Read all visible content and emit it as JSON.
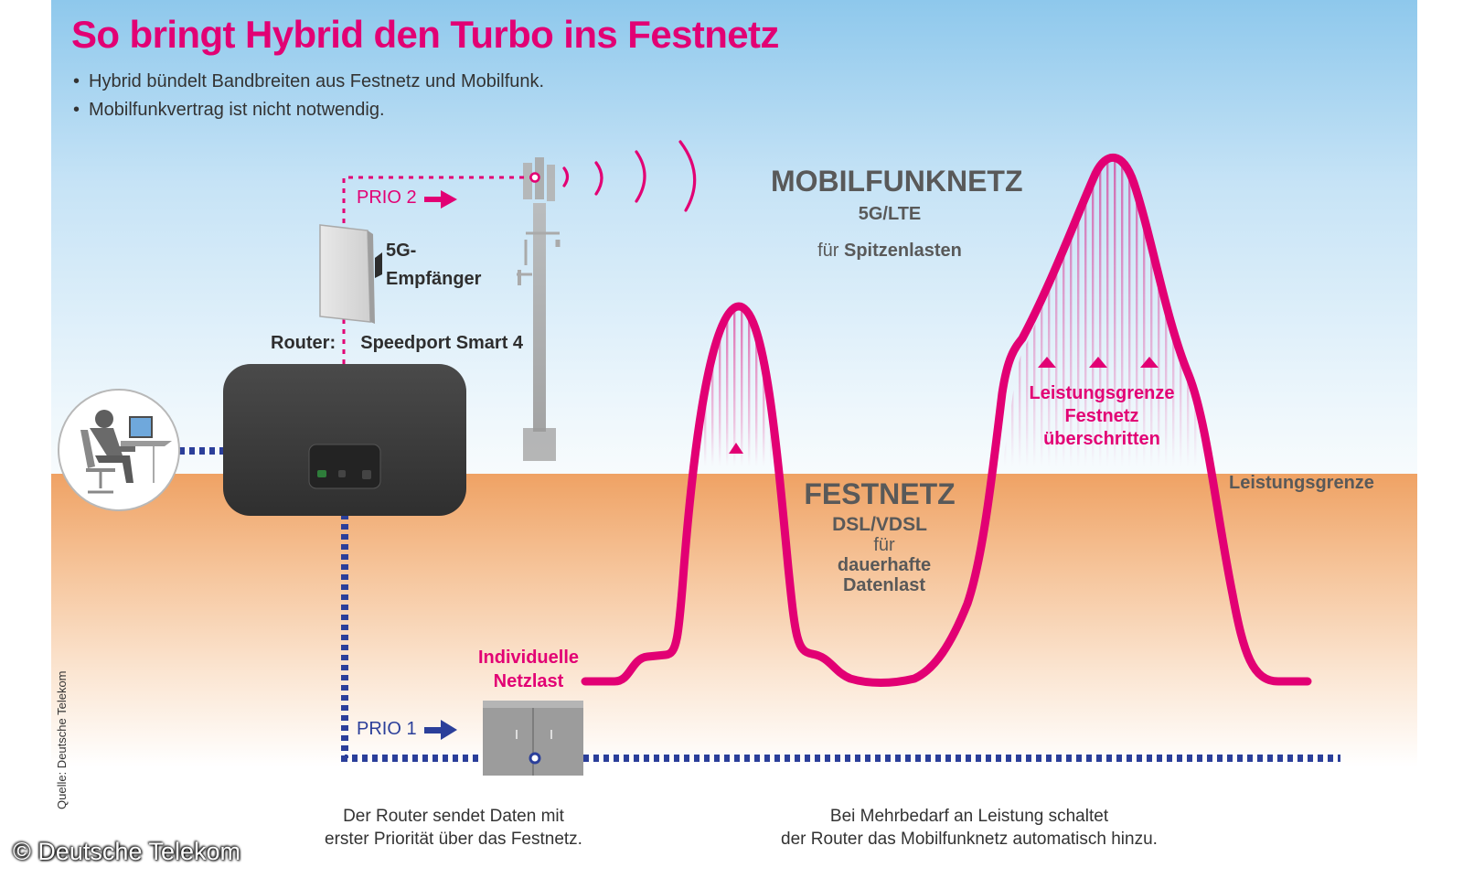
{
  "title": "So bringt Hybrid den Turbo ins Festnetz",
  "bullets": [
    "Hybrid bündelt Bandbreiten aus Festnetz und Mobilfunk.",
    "Mobilfunkvertrag ist nicht notwendig."
  ],
  "prio2_label": "PRIO 2",
  "prio1_label": "PRIO 1",
  "receiver_label": {
    "line1": "5G-",
    "line2": "Empfänger"
  },
  "router_label": {
    "prefix": "Router:",
    "name": "Speedport Smart 4"
  },
  "mobile": {
    "title": "MOBILFUNKNETZ",
    "sub": "5G/LTE",
    "note_prefix": "für",
    "note_strong": "Spitzenlasten"
  },
  "fixed": {
    "title": "FESTNETZ",
    "sub": "DSL/VDSL",
    "line1": "für",
    "line2": "dauerhafte",
    "line3": "Datenlast"
  },
  "limit_label": "Leistungsgrenze",
  "exceeded_label": {
    "line1": "Leistungsgrenze",
    "line2": "Festnetz",
    "line3": "überschritten"
  },
  "load_label": {
    "line1": "Individuelle",
    "line2": "Netzlast"
  },
  "caption_left": {
    "line1": "Der Router sendet Daten mit",
    "line2": "erster Priorität über das Festnetz."
  },
  "caption_right": {
    "line1": "Bei Mehrbedarf an Leistung schaltet",
    "line2": "der Router das Mobilfunknetz automatisch hinzu."
  },
  "source": "Quelle: Deutsche Telekom",
  "copyright": "© Deutsche Telekom",
  "colors": {
    "magenta": "#e20074",
    "blue_dots": "#2b3f9a",
    "router": "#3d3d3d",
    "sky": "#a9d6f2",
    "ground": "#efa264"
  },
  "icons": [
    "cell-tower-icon",
    "receiver-icon",
    "router-icon",
    "user-at-desk-icon",
    "street-cabinet-icon",
    "arrow-right-icon",
    "triangle-up-icon",
    "signal-wave-icon"
  ]
}
